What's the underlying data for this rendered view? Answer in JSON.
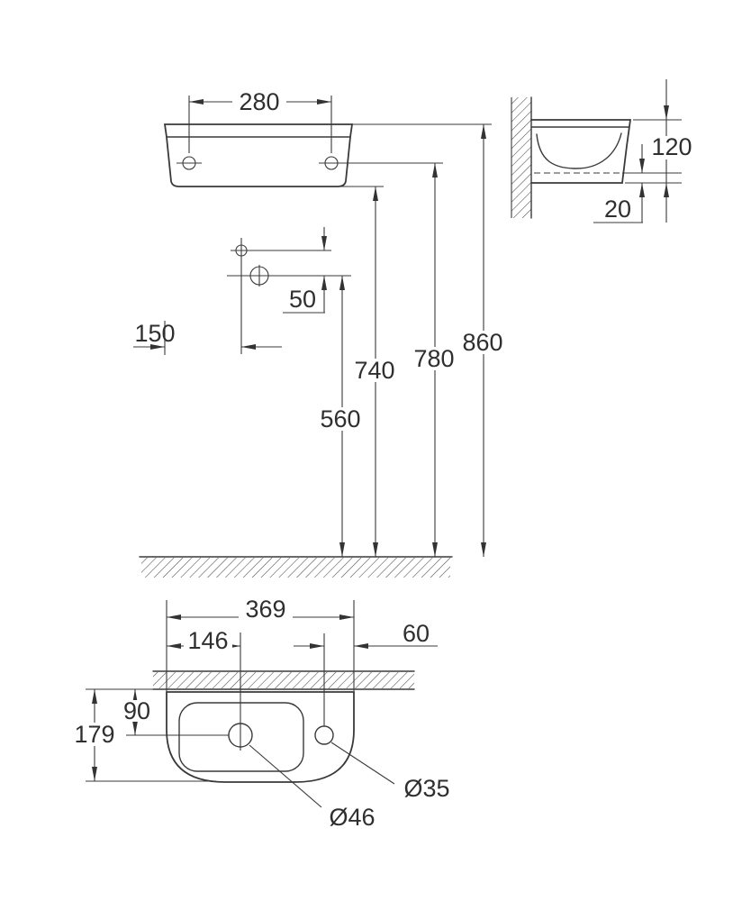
{
  "drawing": {
    "type": "basin-installation-dimension-drawing",
    "units": "mm",
    "line_color": "#3a3a3a"
  },
  "dimensions": {
    "front": {
      "hole_spacing": "280",
      "tap_drop": "50",
      "tap_inset": "150"
    },
    "side": {
      "basin_height": "120",
      "base_lip": "20"
    },
    "heights": {
      "tap_deck": "560",
      "underside": "740",
      "fixing_holes": "780",
      "rim": "860"
    },
    "plan": {
      "overall_width": "369",
      "tap_from_left": "146",
      "hole_to_edge": "60",
      "tap_setback": "90",
      "overall_depth": "179",
      "tap_hole_diameter": "Ø46",
      "fitting_hole_diameter": "Ø35"
    }
  }
}
